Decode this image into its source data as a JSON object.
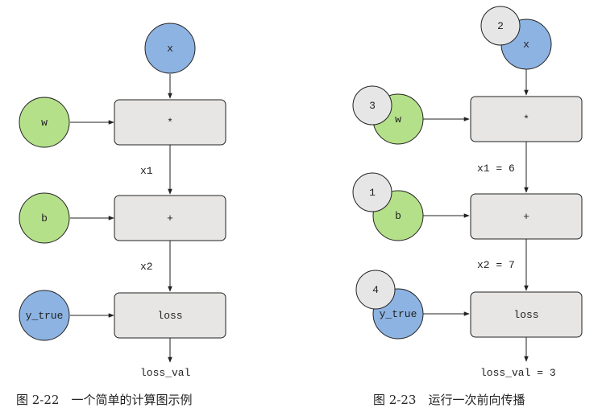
{
  "colors": {
    "blue_node": "#8db3e2",
    "green_node": "#b5e08a",
    "gray_badge": "#e6e6e6",
    "op_box": "#e7e6e4",
    "stroke": "#222222"
  },
  "figure_left": {
    "caption": "图 2-22　一个简单的计算图示例",
    "nodes": {
      "x": "x",
      "w": "w",
      "b": "b",
      "y_true": "y_true"
    },
    "ops": {
      "mul": "*",
      "add": "+",
      "loss": "loss"
    },
    "edges": {
      "x1": "x1",
      "x2": "x2",
      "out": "loss_val"
    }
  },
  "figure_right": {
    "caption": "图 2-23　运行一次前向传播",
    "nodes": {
      "x": "x",
      "w": "w",
      "b": "b",
      "y_true": "y_true"
    },
    "values": {
      "x": "2",
      "w": "3",
      "b": "1",
      "y_true": "4"
    },
    "ops": {
      "mul": "*",
      "add": "+",
      "loss": "loss"
    },
    "edges": {
      "x1": "x1 = 6",
      "x2": "x2 = 7",
      "out": "loss_val = 3"
    }
  }
}
